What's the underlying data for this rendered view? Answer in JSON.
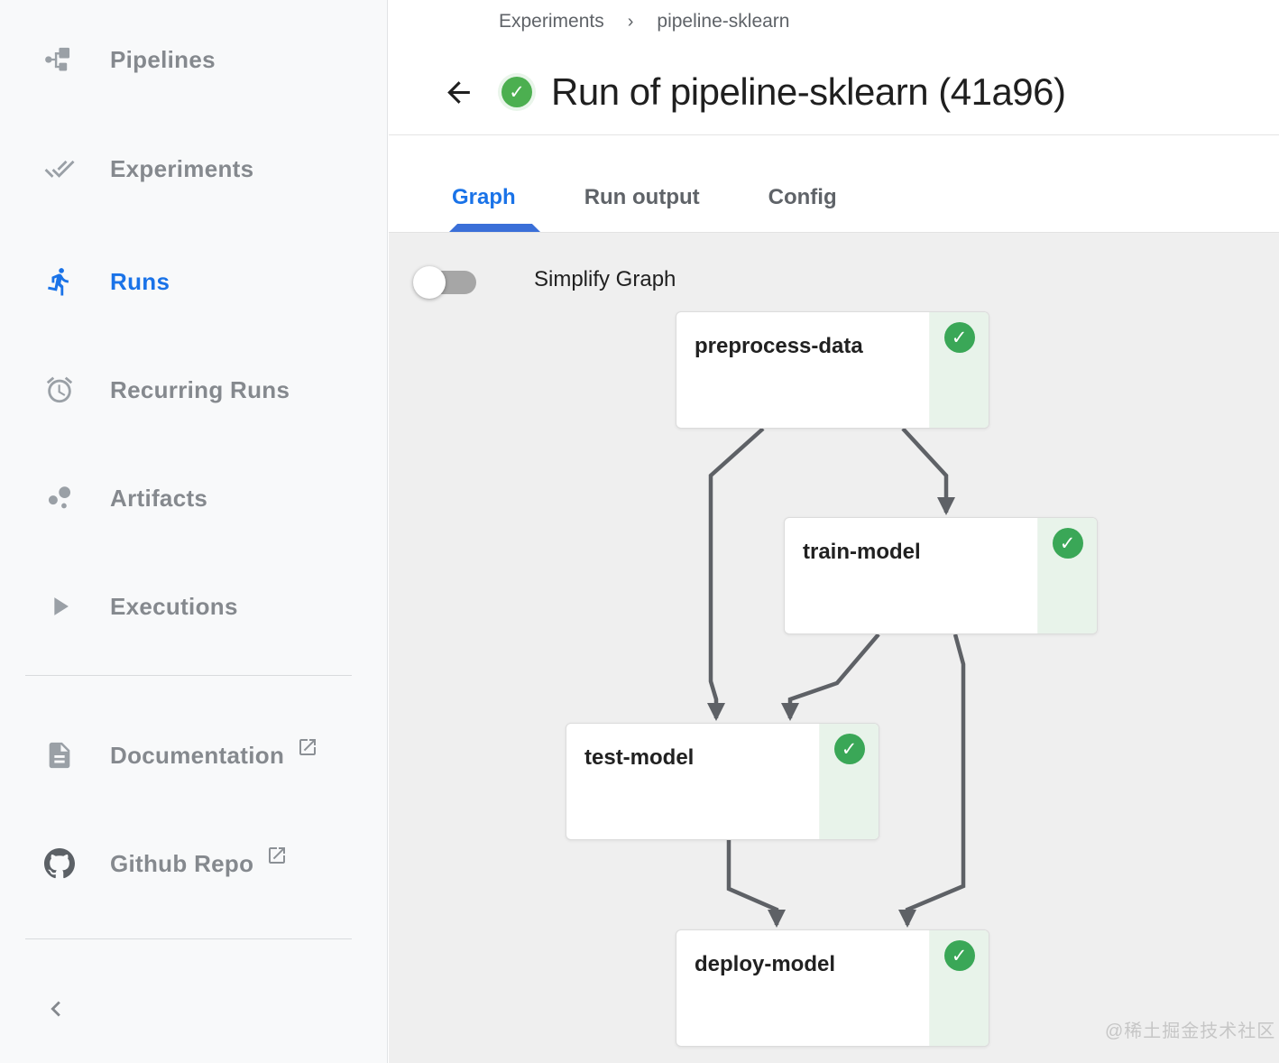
{
  "sidebar": {
    "items": [
      {
        "label": "Pipelines",
        "icon": "pipelines-icon",
        "active": false
      },
      {
        "label": "Experiments",
        "icon": "experiments-icon",
        "active": false
      },
      {
        "label": "Runs",
        "icon": "runs-icon",
        "active": true
      },
      {
        "label": "Recurring Runs",
        "icon": "recurring-runs-icon",
        "active": false
      },
      {
        "label": "Artifacts",
        "icon": "artifacts-icon",
        "active": false
      },
      {
        "label": "Executions",
        "icon": "executions-icon",
        "active": false
      }
    ],
    "footer_items": [
      {
        "label": "Documentation",
        "icon": "document-icon",
        "external": true
      },
      {
        "label": "Github Repo",
        "icon": "github-icon",
        "external": true
      }
    ]
  },
  "header": {
    "breadcrumb": [
      "Experiments",
      "pipeline-sklearn"
    ],
    "title": "Run of pipeline-sklearn (41a96)",
    "run_status": "succeeded"
  },
  "tabs": [
    {
      "label": "Graph",
      "active": true
    },
    {
      "label": "Run output",
      "active": false
    },
    {
      "label": "Config",
      "active": false
    }
  ],
  "graph": {
    "toggle_label": "Simplify Graph",
    "toggle_state": "off",
    "nodes": [
      {
        "label": "preprocess-data",
        "status": "succeeded"
      },
      {
        "label": "train-model",
        "status": "succeeded"
      },
      {
        "label": "test-model",
        "status": "succeeded"
      },
      {
        "label": "deploy-model",
        "status": "succeeded"
      }
    ],
    "edges": [
      {
        "from": "preprocess-data",
        "to": "test-model"
      },
      {
        "from": "preprocess-data",
        "to": "train-model"
      },
      {
        "from": "train-model",
        "to": "test-model"
      },
      {
        "from": "train-model",
        "to": "deploy-model"
      },
      {
        "from": "test-model",
        "to": "deploy-model"
      }
    ]
  },
  "watermark": "@稀土掘金技术社区",
  "colors": {
    "accent_blue": "#1a73e8",
    "success_green": "#3aa757",
    "node_status_bg": "#e8f3ea",
    "edge_gray": "#5e6166"
  }
}
